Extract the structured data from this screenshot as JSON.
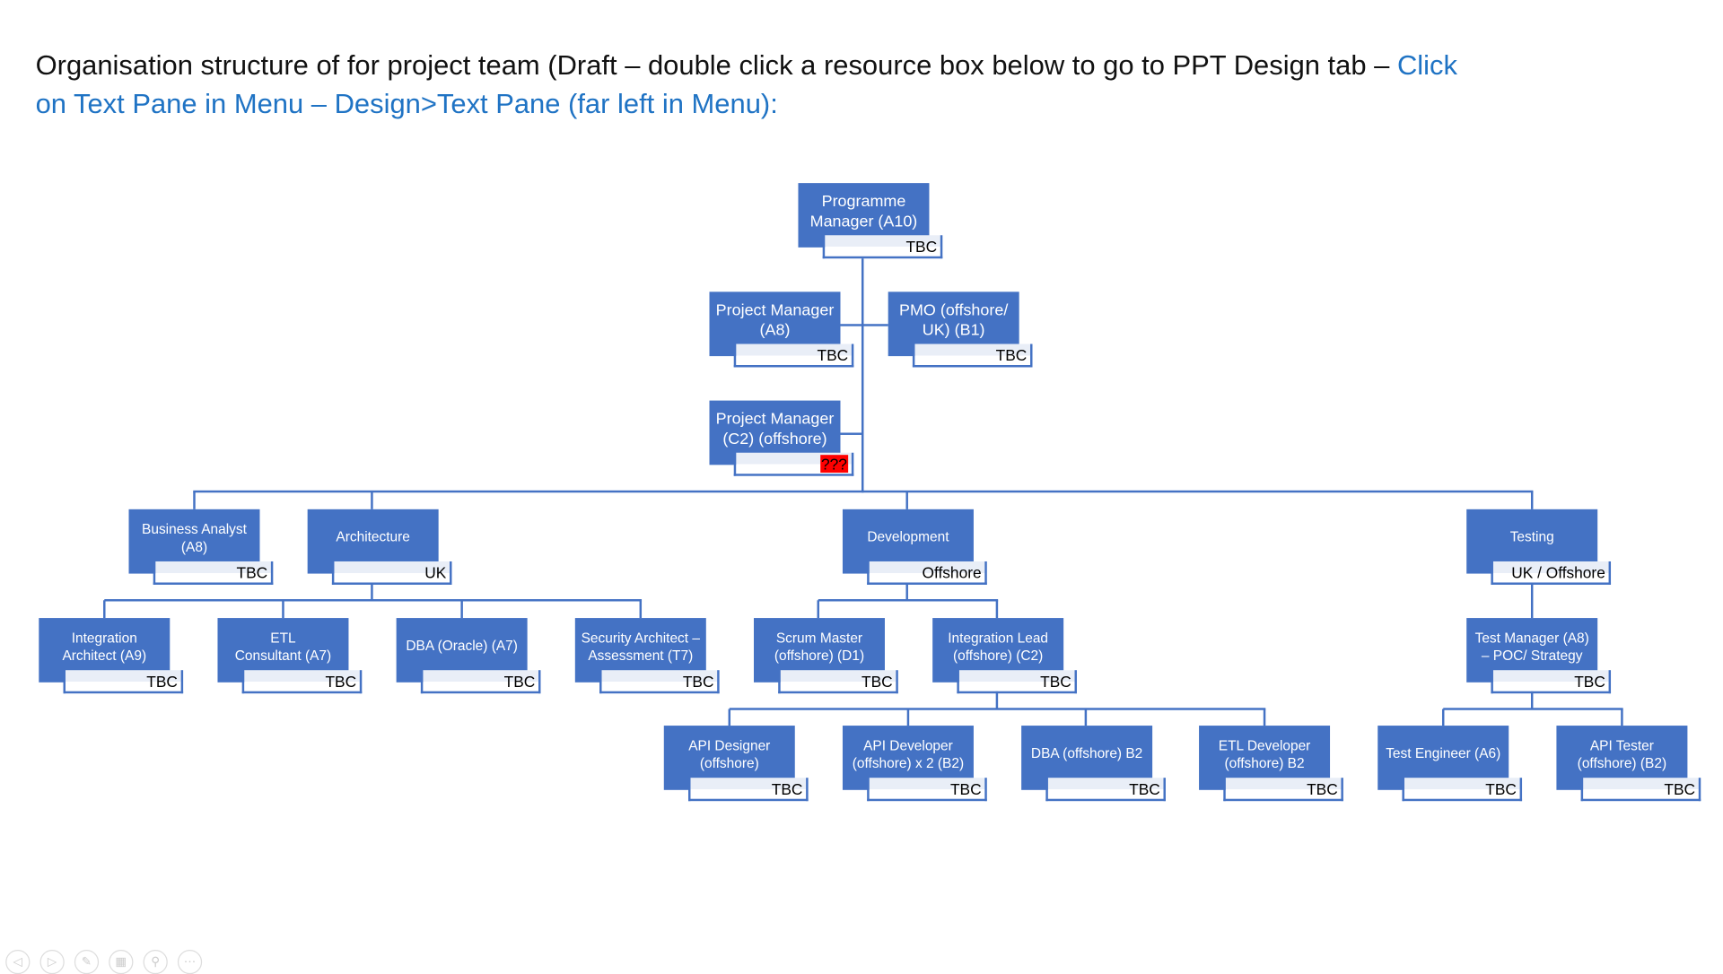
{
  "heading": {
    "part1": "Organisation structure of for project team (Draft – double click a resource box below to go to PPT Design tab – ",
    "part2": "Click on Text Pane in Menu – Design>Text Pane (far left in Menu):"
  },
  "nodes": [
    {
      "id": "programme-manager",
      "title": "Programme\nManager (A10)",
      "label": "TBC"
    },
    {
      "id": "project-manager-a8",
      "title": "Project Manager\n(A8)",
      "label": "TBC"
    },
    {
      "id": "pmo",
      "title": "PMO (offshore/\nUK) (B1)",
      "label": "TBC"
    },
    {
      "id": "project-manager-c2",
      "title": "Project Manager\n(C2) (offshore)",
      "label": "???"
    },
    {
      "id": "business-analyst",
      "title": "Business Analyst\n(A8)",
      "label": "TBC"
    },
    {
      "id": "architecture",
      "title": "Architecture",
      "label": "UK"
    },
    {
      "id": "development",
      "title": "Development",
      "label": "Offshore"
    },
    {
      "id": "testing",
      "title": "Testing",
      "label": "UK / Offshore"
    },
    {
      "id": "integration-architect",
      "title": "Integration\nArchitect (A9)",
      "label": "TBC"
    },
    {
      "id": "etl-consultant",
      "title": "ETL\nConsultant (A7)",
      "label": "TBC"
    },
    {
      "id": "dba-oracle",
      "title": "DBA (Oracle) (A7)",
      "label": "TBC"
    },
    {
      "id": "security-architect",
      "title": "Security Architect –\nAssessment (T7)",
      "label": "TBC"
    },
    {
      "id": "scrum-master",
      "title": "Scrum Master\n(offshore) (D1)",
      "label": "TBC"
    },
    {
      "id": "integration-lead",
      "title": "Integration Lead\n(offshore) (C2)",
      "label": "TBC"
    },
    {
      "id": "test-manager",
      "title": "Test Manager (A8)\n– POC/ Strategy",
      "label": "TBC"
    },
    {
      "id": "api-designer",
      "title": "API Designer\n(offshore)",
      "label": "TBC"
    },
    {
      "id": "api-developer",
      "title": "API Developer\n(offshore) x 2 (B2)",
      "label": "TBC"
    },
    {
      "id": "dba-offshore",
      "title": "DBA (offshore) B2",
      "label": "TBC"
    },
    {
      "id": "etl-developer",
      "title": "ETL Developer\n(offshore) B2",
      "label": "TBC"
    },
    {
      "id": "test-engineer",
      "title": "Test Engineer (A6)",
      "label": "TBC"
    },
    {
      "id": "api-tester",
      "title": "API Tester\n(offshore) (B2)",
      "label": "TBC"
    }
  ],
  "colors": {
    "node": "#4472c4",
    "alert": "#ff0000",
    "link": "#1f73c4"
  },
  "toolbar": [
    "previous-icon",
    "next-icon",
    "pen-icon",
    "slides-icon",
    "zoom-icon",
    "more-icon"
  ]
}
